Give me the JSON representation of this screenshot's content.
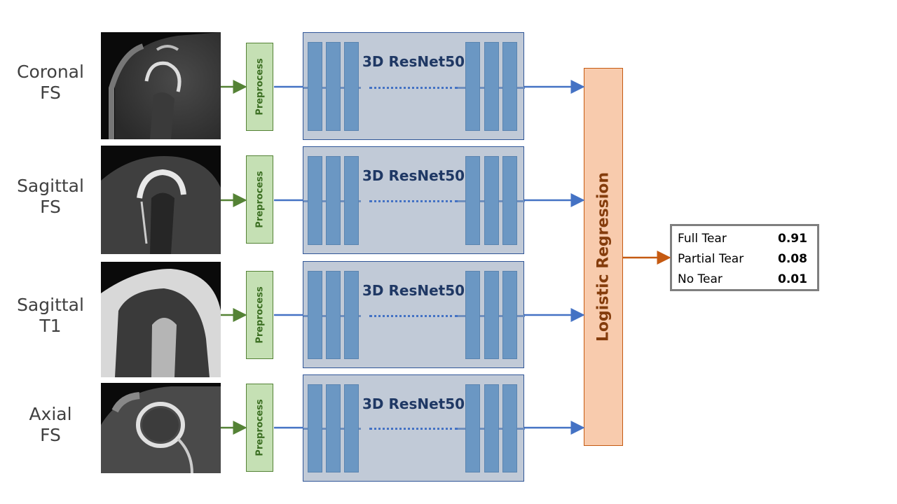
{
  "diagram": {
    "rows": [
      {
        "label_line1": "Coronal",
        "label_line2": "FS",
        "image": "coronal-fs-mri",
        "preprocess": "Preprocess",
        "model": "3D ResNet50"
      },
      {
        "label_line1": "Sagittal",
        "label_line2": "FS",
        "image": "sagittal-fs-mri",
        "preprocess": "Preprocess",
        "model": "3D ResNet50"
      },
      {
        "label_line1": "Sagittal",
        "label_line2": "T1",
        "image": "sagittal-t1-mri",
        "preprocess": "Preprocess",
        "model": "3D ResNet50"
      },
      {
        "label_line1": "Axial",
        "label_line2": "FS",
        "image": "axial-fs-mri",
        "preprocess": "Preprocess",
        "model": "3D ResNet50"
      }
    ],
    "classifier": "Logistic Regression",
    "output": [
      {
        "class": "Full Tear",
        "probability": "0.91"
      },
      {
        "class": "Partial Tear",
        "probability": "0.08"
      },
      {
        "class": "No Tear",
        "probability": "0.01"
      }
    ],
    "colors": {
      "preprocess_fill": "#c5e0b4",
      "preprocess_border": "#548235",
      "resnet_fill": "#c1cad7",
      "layer_fill": "#6b97c3",
      "resnet_text": "#1f3864",
      "flow_arrow": "#4472c4",
      "input_arrow": "#548235",
      "classifier_fill": "#f8cbad",
      "classifier_text": "#843c0c",
      "output_arrow": "#c55a11"
    }
  }
}
